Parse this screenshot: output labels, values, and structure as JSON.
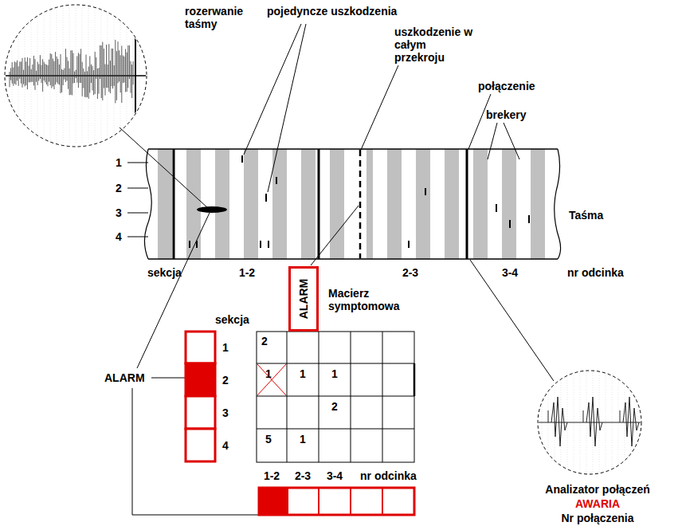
{
  "diagram": {
    "nodes": [
      {
        "text": [
          "ALARM"
        ]
      }
    ],
    "labels": [
      "rozerwanie taśmy",
      "pojedyncze uszkodzenia",
      "uszkodzenie w całym przekroju",
      "połączenie",
      "brekery",
      "1",
      "2",
      "3",
      "4",
      "Taśma",
      "sekcja",
      "1-2",
      "2-3",
      "3-4",
      "nr odcinka",
      "Macierz symptomowa",
      "sekcja",
      "ALARM",
      "1",
      "2",
      "3",
      "4",
      "2",
      "1",
      "1",
      "1",
      "2",
      "5",
      "1",
      "1-2",
      "2-3",
      "3-4",
      "nr odcinka",
      "Analizator połączeń",
      "AWARIA",
      "Nr połączenia"
    ]
  }
}
